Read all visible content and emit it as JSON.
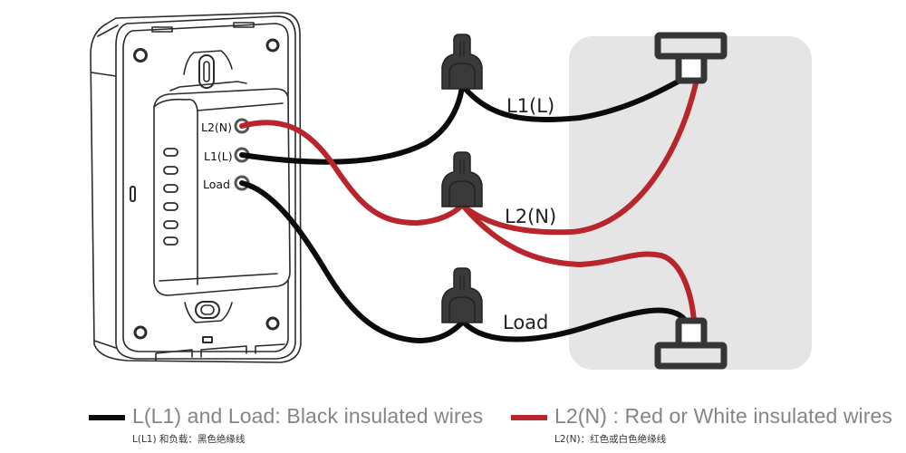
{
  "colors": {
    "black_wire": "#0d0a0b",
    "red_wire": "#b9252d",
    "connector": "#3a3a3a",
    "device_outline": "#2b2b2b",
    "light_fixture_area": "#e6e5e6",
    "legend_text": "#858585"
  },
  "switch_device": {
    "name": "smart switch (rear view)",
    "terminals": [
      {
        "id": "L2N",
        "label": "L2(N)",
        "wire": "red"
      },
      {
        "id": "L1L",
        "label": "L1(L)",
        "wire": "black"
      },
      {
        "id": "Load",
        "label": "Load",
        "wire": "black"
      }
    ]
  },
  "wire_connectors": [
    {
      "id": "connector-l1",
      "wire_label": "L1(L)"
    },
    {
      "id": "connector-l2",
      "wire_label": "L2(N)"
    },
    {
      "id": "connector-load",
      "wire_label": "Load"
    }
  ],
  "fixtures": [
    {
      "id": "top-terminal",
      "icon": "t-terminal-icon"
    },
    {
      "id": "bottom-terminal",
      "icon": "t-terminal-icon"
    }
  ],
  "legend": [
    {
      "color": "#0d0a0b",
      "label": "L(L1) and Load: Black insulated wires",
      "sublabel": "L(L1) 和负载：黑色绝缘线"
    },
    {
      "color": "#b9252d",
      "label": "L2(N) : Red or White insulated wires",
      "sublabel": "L2(N)：红色或白色绝缘线"
    }
  ]
}
